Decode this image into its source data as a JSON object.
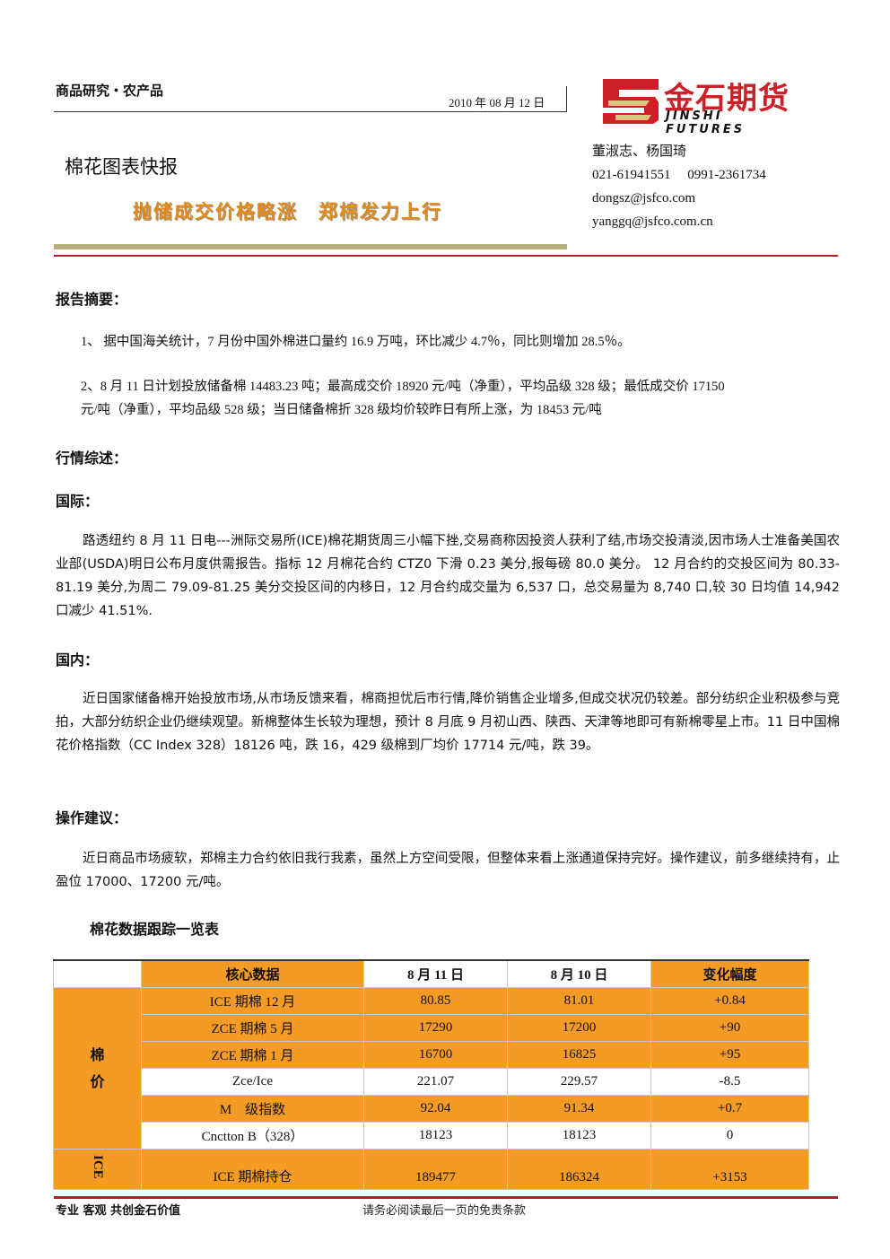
{
  "header": {
    "category": "商品研究・农产品",
    "date": "2010 年 08 月 12 日",
    "doc_title": "棉花图表快报",
    "headline": "抛储成交价格略涨　郑棉发力上行"
  },
  "logo": {
    "text_cn": "金石期货",
    "text_en": "JINSHI FUTURES",
    "color": "#cc1f27"
  },
  "contacts": {
    "authors": "董淑志、杨国琦",
    "phones": "021-61941551　 0991-2361734",
    "email1": "dongsz@jsfco.com",
    "email2": "yanggq@jsfco.com.cn"
  },
  "summary": {
    "heading": "报告摘要：",
    "item1": "1、 据中国海关统计，7 月份中国外棉进口量约 16.9 万吨，环比减少 4.7％，同比则增加 28.5％。",
    "item2a": "2、8 月 11 日计划投放储备棉 14483.23 吨；最高成交价 18920 元/吨（净重），平均品级 328 级；最低成交价 17150",
    "item2b": "元/吨（净重），平均品级 528 级；当日储备棉折 328 级均价较昨日有所上涨，为 18453 元/吨"
  },
  "market": {
    "heading": "行情综述：",
    "intl_heading": "国际：",
    "intl_text": "路透纽约 8 月 11 日电---洲际交易所(ICE)棉花期货周三小幅下挫,交易商称因投资人获利了结,市场交投清淡,因市场人士准备美国农业部(USDA)明日公布月度供需报告。指标 12 月棉花合约 CTZ0 下滑 0.23 美分,报每磅 80.0 美分。 12 月合约的交投区间为 80.33-81.19 美分,为周二 79.09-81.25 美分交投区间的内移日，12 月合约成交量为 6,537 口，总交易量为 8,740 口,较 30 日均值 14,942 口减少 41.51%.",
    "dom_heading": "国内：",
    "dom_text": "近日国家储备棉开始投放市场,从市场反馈来看，棉商担忧后市行情,降价销售企业增多,但成交状况仍较差。部分纺织企业积极参与竞拍，大部分纺织企业仍继续观望。新棉整体生长较为理想，预计 8 月底 9 月初山西、陕西、天津等地即可有新棉零星上市。11 日中国棉花价格指数（CC Index 328）18126 吨，跌 16，429 级棉到厂均价 17714 元/吨，跌 39。",
    "ops_heading": "操作建议：",
    "ops_text": "近日商品市场疲软，郑棉主力合约依旧我行我素，虽然上方空间受限，但整体来看上涨通道保持完好。操作建议，前多继续持有，止盈位 17000、17200 元/吨。"
  },
  "table": {
    "title": "棉花数据跟踪一览表",
    "headers": [
      "",
      "核心数据",
      "8 月 11 日",
      "8 月 10 日",
      "变化幅度"
    ],
    "group1_line1": "棉",
    "group1_line2": "价",
    "group2": "ICE",
    "rows": [
      [
        "ICE 期棉 12 月",
        "80.85",
        "81.01",
        "+0.84"
      ],
      [
        "ZCE 期棉 5 月",
        "17290",
        "17200",
        "+90"
      ],
      [
        "ZCE 期棉 1 月",
        "16700",
        "16825",
        "+95"
      ],
      [
        "Zce/Ice",
        "221.07",
        "229.57",
        "-8.5"
      ],
      [
        "M　级指数",
        "92.04",
        "91.34",
        "+0.7"
      ],
      [
        "Cnctton B（328）",
        "18123",
        "18123",
        "0"
      ],
      [
        "ICE 期棉持仓",
        "189477",
        "186324",
        "+3153"
      ]
    ]
  },
  "footer": {
    "slogan": "专业  客观  共创金石价值",
    "disclaimer": "请务必阅读最后一页的免责条款"
  }
}
